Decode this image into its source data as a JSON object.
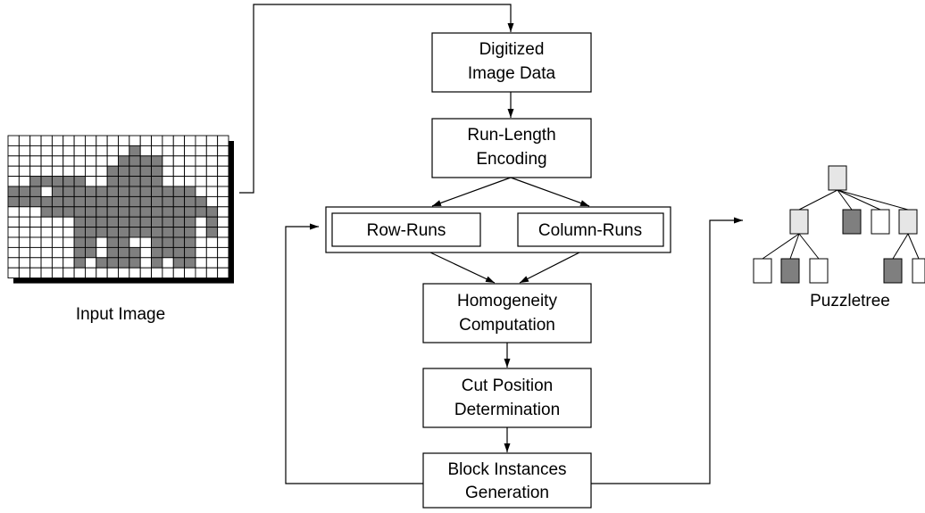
{
  "boxes": {
    "digitized": [
      "Digitized",
      "Image Data"
    ],
    "rle": [
      "Run-Length",
      "Encoding"
    ],
    "row_runs": "Row-Runs",
    "column_runs": "Column-Runs",
    "homogeneity": [
      "Homogeneity",
      "Computation"
    ],
    "cut_position": [
      "Cut Position",
      "Determination"
    ],
    "block_instances": [
      "Block Instances",
      "Generation"
    ]
  },
  "captions": {
    "input_image": "Input Image",
    "puzzletree": "Puzzletree"
  },
  "input_image": {
    "cols": 20,
    "rows": 14,
    "filled_cells": [
      [
        11,
        1
      ],
      [
        10,
        2
      ],
      [
        11,
        2
      ],
      [
        12,
        2
      ],
      [
        13,
        2
      ],
      [
        9,
        3
      ],
      [
        10,
        3
      ],
      [
        11,
        3
      ],
      [
        12,
        3
      ],
      [
        13,
        3
      ],
      [
        2,
        4
      ],
      [
        3,
        4
      ],
      [
        4,
        4
      ],
      [
        5,
        4
      ],
      [
        6,
        4
      ],
      [
        9,
        4
      ],
      [
        10,
        4
      ],
      [
        11,
        4
      ],
      [
        12,
        4
      ],
      [
        13,
        4
      ],
      [
        0,
        5
      ],
      [
        1,
        5
      ],
      [
        2,
        5
      ],
      [
        4,
        5
      ],
      [
        5,
        5
      ],
      [
        6,
        5
      ],
      [
        7,
        5
      ],
      [
        8,
        5
      ],
      [
        9,
        5
      ],
      [
        10,
        5
      ],
      [
        11,
        5
      ],
      [
        12,
        5
      ],
      [
        13,
        5
      ],
      [
        14,
        5
      ],
      [
        15,
        5
      ],
      [
        16,
        5
      ],
      [
        0,
        6
      ],
      [
        1,
        6
      ],
      [
        2,
        6
      ],
      [
        3,
        6
      ],
      [
        4,
        6
      ],
      [
        5,
        6
      ],
      [
        6,
        6
      ],
      [
        7,
        6
      ],
      [
        8,
        6
      ],
      [
        9,
        6
      ],
      [
        10,
        6
      ],
      [
        11,
        6
      ],
      [
        12,
        6
      ],
      [
        13,
        6
      ],
      [
        14,
        6
      ],
      [
        15,
        6
      ],
      [
        16,
        6
      ],
      [
        17,
        6
      ],
      [
        3,
        7
      ],
      [
        4,
        7
      ],
      [
        5,
        7
      ],
      [
        6,
        7
      ],
      [
        7,
        7
      ],
      [
        8,
        7
      ],
      [
        9,
        7
      ],
      [
        10,
        7
      ],
      [
        11,
        7
      ],
      [
        12,
        7
      ],
      [
        13,
        7
      ],
      [
        14,
        7
      ],
      [
        15,
        7
      ],
      [
        16,
        7
      ],
      [
        17,
        7
      ],
      [
        18,
        7
      ],
      [
        6,
        8
      ],
      [
        7,
        8
      ],
      [
        8,
        8
      ],
      [
        9,
        8
      ],
      [
        10,
        8
      ],
      [
        11,
        8
      ],
      [
        12,
        8
      ],
      [
        13,
        8
      ],
      [
        14,
        8
      ],
      [
        15,
        8
      ],
      [
        16,
        8
      ],
      [
        18,
        8
      ],
      [
        6,
        9
      ],
      [
        7,
        9
      ],
      [
        8,
        9
      ],
      [
        9,
        9
      ],
      [
        10,
        9
      ],
      [
        11,
        9
      ],
      [
        12,
        9
      ],
      [
        13,
        9
      ],
      [
        14,
        9
      ],
      [
        15,
        9
      ],
      [
        16,
        9
      ],
      [
        18,
        9
      ],
      [
        6,
        10
      ],
      [
        7,
        10
      ],
      [
        9,
        10
      ],
      [
        10,
        10
      ],
      [
        13,
        10
      ],
      [
        14,
        10
      ],
      [
        15,
        10
      ],
      [
        16,
        10
      ],
      [
        6,
        11
      ],
      [
        7,
        11
      ],
      [
        9,
        11
      ],
      [
        10,
        11
      ],
      [
        11,
        11
      ],
      [
        13,
        11
      ],
      [
        14,
        11
      ],
      [
        15,
        11
      ],
      [
        16,
        11
      ],
      [
        6,
        12
      ],
      [
        8,
        12
      ],
      [
        9,
        12
      ],
      [
        10,
        12
      ],
      [
        11,
        12
      ],
      [
        13,
        12
      ],
      [
        15,
        12
      ],
      [
        16,
        12
      ]
    ],
    "colors": {
      "filled": "#7f7f7f",
      "empty": "#ffffff",
      "grid": "#000000",
      "shadow": "#000000"
    }
  },
  "puzzletree": {
    "colors": {
      "light": "#e6e6e6",
      "dark": "#7f7f7f",
      "white": "#ffffff"
    },
    "nodes": [
      {
        "id": "root",
        "shade": "light"
      },
      {
        "id": "a",
        "parent": "root",
        "shade": "light"
      },
      {
        "id": "b",
        "parent": "root",
        "shade": "dark"
      },
      {
        "id": "c",
        "parent": "root",
        "shade": "white"
      },
      {
        "id": "d",
        "parent": "root",
        "shade": "light"
      },
      {
        "id": "a1",
        "parent": "a",
        "shade": "white"
      },
      {
        "id": "a2",
        "parent": "a",
        "shade": "dark"
      },
      {
        "id": "a3",
        "parent": "a",
        "shade": "white"
      },
      {
        "id": "d1",
        "parent": "d",
        "shade": "dark"
      },
      {
        "id": "d2",
        "parent": "d",
        "shade": "white"
      }
    ]
  }
}
